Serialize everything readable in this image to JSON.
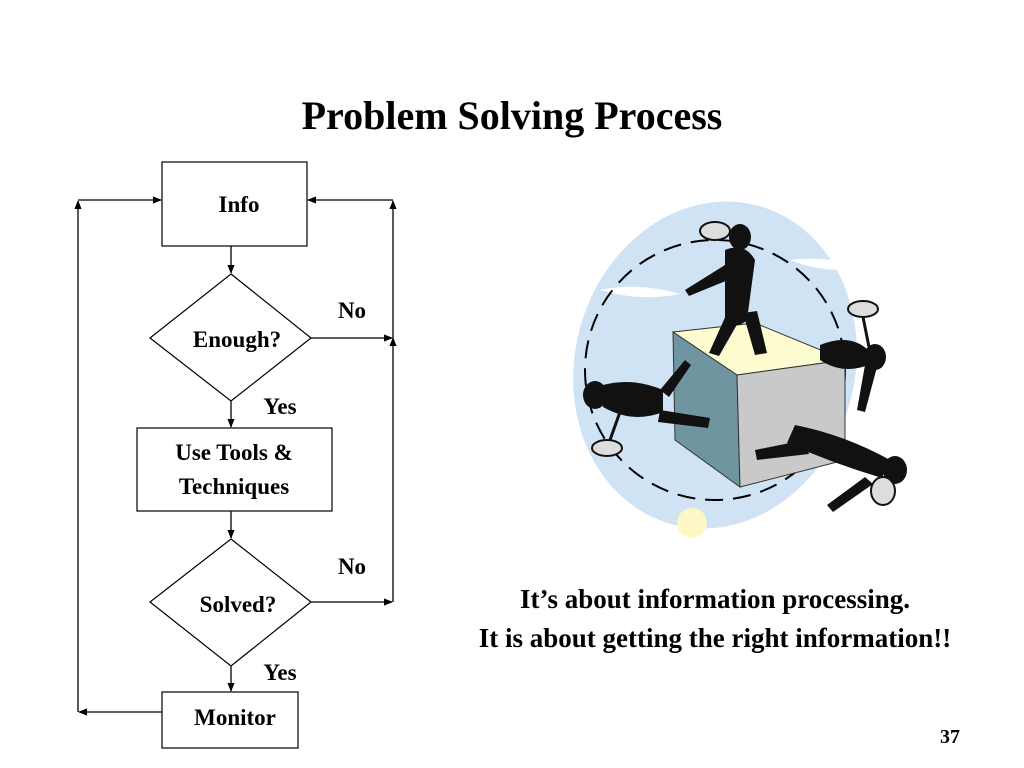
{
  "slide": {
    "title": "Problem Solving Process",
    "page_number": "37"
  },
  "flowchart": {
    "info": "Info",
    "enough": "Enough?",
    "tools_line1": "Use Tools &",
    "tools_line2": "Techniques",
    "solved": "Solved?",
    "monitor": "Monitor",
    "no_1": "No",
    "yes_1": "Yes",
    "no_2": "No",
    "yes_2": "Yes"
  },
  "caption": {
    "line1": "It’s about information processing.",
    "line2": "It is about getting the right information!!"
  },
  "clipart": {
    "icon": "people-around-cube-clipart",
    "colors": {
      "sky": "#cfe3f5",
      "cube_top": "#fdfbd0",
      "cube_left": "#6f95a0",
      "cube_right": "#c9c9c9",
      "figure": "#111111",
      "sun": "#fbf8c5"
    }
  }
}
